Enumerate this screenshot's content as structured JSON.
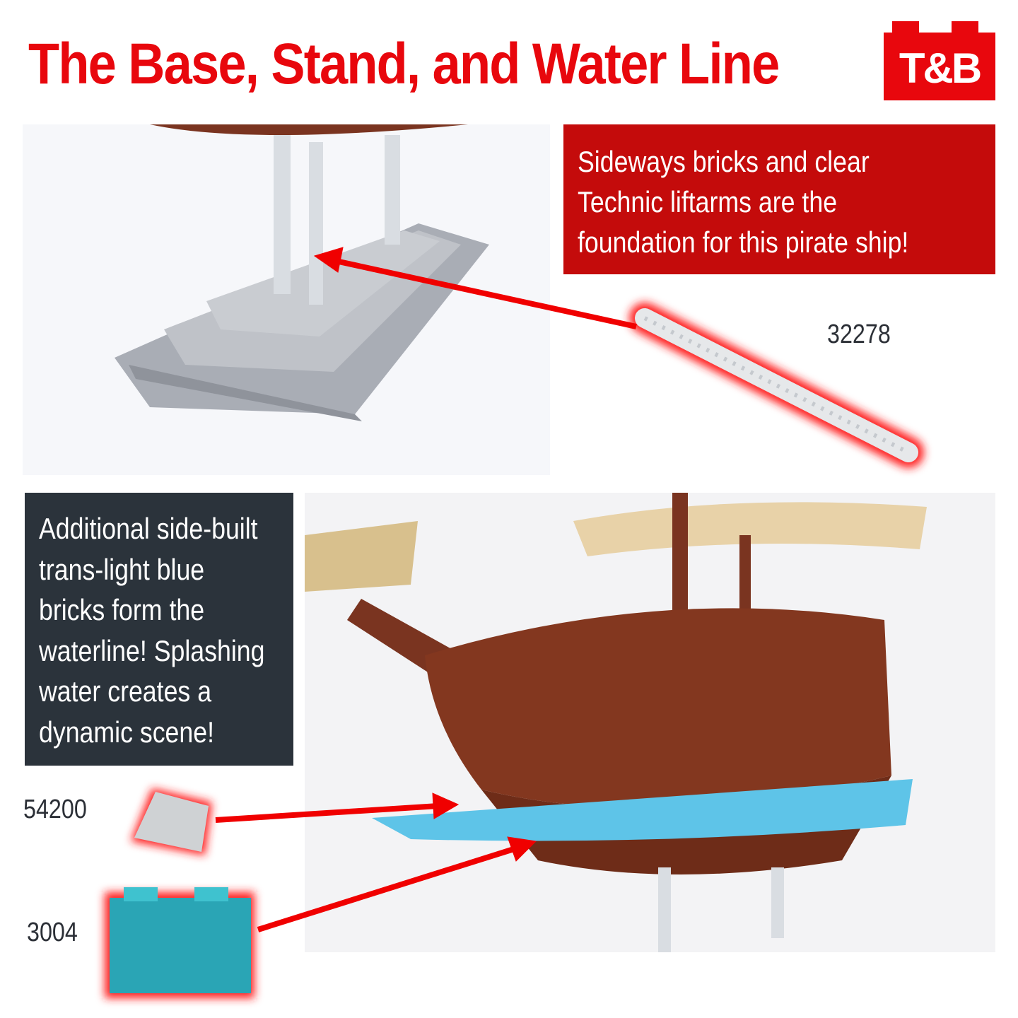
{
  "title": "The Base, Stand, and Water Line",
  "logo": {
    "text": "T&B",
    "color": "#e8070d"
  },
  "callout_top": {
    "lines": [
      "Sideways bricks and clear",
      "Technic liftarms are the",
      "foundation for this pirate ship!"
    ],
    "background": "#c40b0b"
  },
  "callout_bottom": {
    "lines": [
      "Additional side-built",
      "trans-light blue",
      "bricks form the",
      "waterline! Splashing",
      "water creates a",
      "dynamic scene!"
    ],
    "background": "#2b333b"
  },
  "parts": [
    {
      "number": "32278"
    },
    {
      "number": "54200"
    },
    {
      "number": "3004"
    }
  ],
  "colors": {
    "accent": "#e8070d",
    "arrow": "#f00000"
  }
}
